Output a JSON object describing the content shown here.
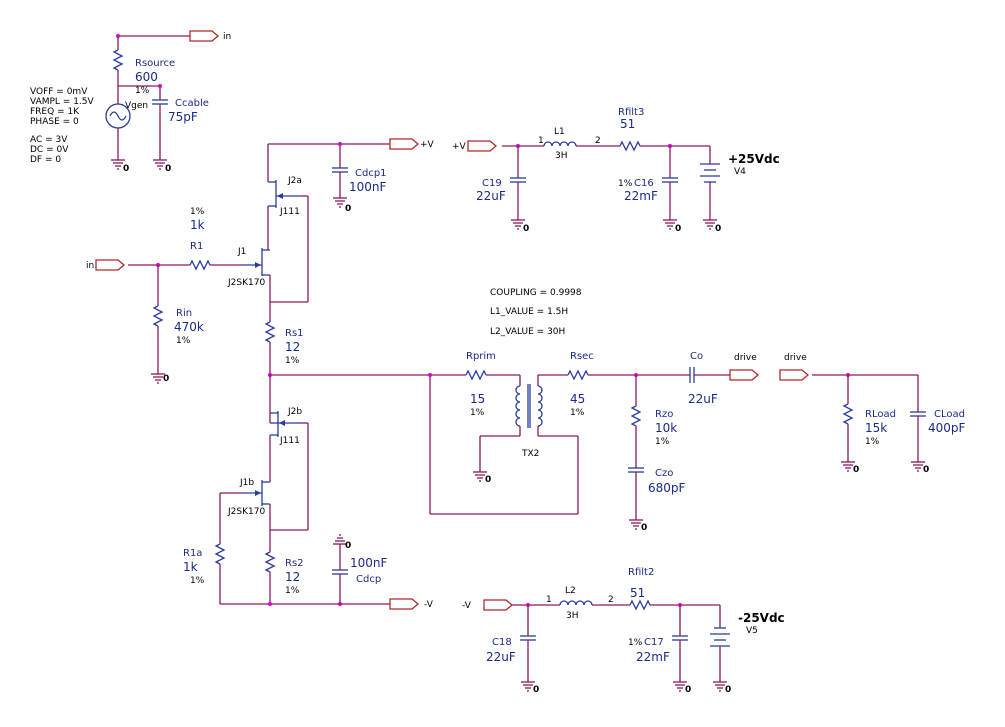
{
  "colors": {
    "wire": "#8b1a5e",
    "component": "#2a3b9e",
    "offpage": "#b42828",
    "junction": "#d400d4",
    "value_text": "#1a2a8a"
  },
  "offpage": {
    "in": "in",
    "vpos": "+V",
    "vneg": "-V",
    "drive": "drive"
  },
  "gnd": "0",
  "source": {
    "name": "Vgen",
    "params": [
      "VOFF = 0mV",
      "VAMPL = 1.5V",
      "FREQ = 1K",
      "PHASE = 0"
    ],
    "params2": [
      "AC = 3V",
      "DC = 0V",
      "DF = 0"
    ]
  },
  "rsource": {
    "name": "Rsource",
    "value": "600",
    "tol": "1%"
  },
  "ccable": {
    "name": "Ccable",
    "value": "75pF"
  },
  "cdcp1": {
    "name": "Cdcp1",
    "value": "100nF"
  },
  "j2a": {
    "name": "J2a",
    "model": "J111"
  },
  "r1": {
    "name": "R1",
    "value": "1k",
    "tol": "1%"
  },
  "j1": {
    "name": "J1",
    "model": "J2SK170"
  },
  "rin": {
    "name": "Rin",
    "value": "470k",
    "tol": "1%"
  },
  "rs1": {
    "name": "Rs1",
    "value": "12",
    "tol": "1%"
  },
  "j2b": {
    "name": "J2b",
    "model": "J111"
  },
  "j1b": {
    "name": "J1b",
    "model": "J2SK170"
  },
  "r1a": {
    "name": "R1a",
    "value": "1k",
    "tol": "1%"
  },
  "rs2": {
    "name": "Rs2",
    "value": "12",
    "tol": "1%"
  },
  "cdcp": {
    "name": "Cdcp",
    "value": "100nF"
  },
  "pos_supply": {
    "l1": {
      "name": "L1",
      "value": "3H",
      "pin1": "1",
      "pin2": "2"
    },
    "rfilt": {
      "name": "Rfilt3",
      "value": "51"
    },
    "c_in": {
      "name": "C19",
      "value": "22uF"
    },
    "c_out": {
      "name": "C16",
      "value": "22mF",
      "tol": "1%"
    },
    "vsrc": {
      "name": "V4",
      "value": "+25Vdc"
    }
  },
  "neg_supply": {
    "l2": {
      "name": "L2",
      "value": "3H",
      "pin1": "1",
      "pin2": "2"
    },
    "rfilt": {
      "name": "Rfilt2",
      "value": "51"
    },
    "c_in": {
      "name": "C18",
      "value": "22uF"
    },
    "c_out": {
      "name": "C17",
      "value": "22mF",
      "tol": "1%"
    },
    "vsrc": {
      "name": "V5",
      "value": "-25Vdc"
    }
  },
  "coupling": {
    "k": "COUPLING = 0.9998",
    "l1v": "L1_VALUE = 1.5H",
    "l2v": "L2_VALUE = 30H"
  },
  "rprim": {
    "name": "Rprim",
    "value": "15",
    "tol": "1%"
  },
  "rsec": {
    "name": "Rsec",
    "value": "45",
    "tol": "1%"
  },
  "tx2": {
    "name": "TX2"
  },
  "co": {
    "name": "Co",
    "value": "22uF"
  },
  "rzo": {
    "name": "Rzo",
    "value": "10k",
    "tol": "1%"
  },
  "czo": {
    "name": "Czo",
    "value": "680pF"
  },
  "rload": {
    "name": "RLoad",
    "value": "15k",
    "tol": "1%"
  },
  "cload": {
    "name": "CLoad",
    "value": "400pF"
  }
}
